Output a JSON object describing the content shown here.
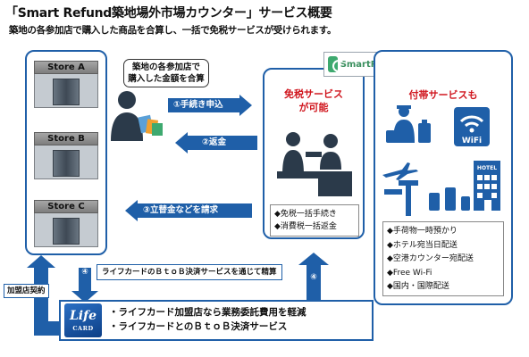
{
  "header": {
    "title": "「Smart Refund築地場外市場カウンター」サービス概要",
    "subtitle": "築地の各参加店で購入した商品を合算し、一括で免税サービスが受けられます。"
  },
  "stores": [
    {
      "label": "Store A"
    },
    {
      "label": "Store B"
    },
    {
      "label": "Store C"
    }
  ],
  "customer": {
    "note_line1": "築地の各参加店で",
    "note_line2": "購入した金額を合算"
  },
  "flows": {
    "step1": "①手続き申込",
    "step2": "②返金",
    "step3": "③立替金などを請求",
    "step4_settlement": "ライフカードのＢｔｏＢ決済サービスを通じて精算",
    "step4_left": "④",
    "step4_right": "④"
  },
  "counter": {
    "logo_text": "SmartRefund",
    "heading_line1": "免税サービス",
    "heading_line2": "が可能",
    "items": [
      "◆免税一括手続き",
      "◆消費税一括返金"
    ]
  },
  "extras": {
    "heading": "付帯サービスも",
    "wifi_label": "WiFi",
    "hotel_label": "HOTEL",
    "items": [
      "◆手荷物一時預かり",
      "◆ホテル宛当日配送",
      "◆空港カウンター宛配送",
      "◆Free Wi-Fi",
      "◆国内・国際配送"
    ]
  },
  "partner": {
    "contract_label": "加盟店契約",
    "logo_word": "Life",
    "logo_sub": "CARD",
    "benefits": [
      "・ライフカード加盟店なら業務委託費用を軽減",
      "・ライフカードとのＢｔｏＢ決済サービス"
    ]
  },
  "colors": {
    "primary_blue": "#1f5fa8",
    "heading_red": "#d0161e",
    "brand_green": "#3ea96f"
  }
}
